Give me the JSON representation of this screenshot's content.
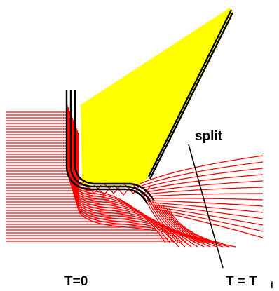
{
  "labels": {
    "split": "split",
    "t_zero": "T=0",
    "t_i": "T = T",
    "t_i_subscript": "i"
  },
  "colors": {
    "background": "#ffffff",
    "streamlines": "#ff0000",
    "separated_region": "#ffff00",
    "dividing_streamlines": "#000000"
  }
}
